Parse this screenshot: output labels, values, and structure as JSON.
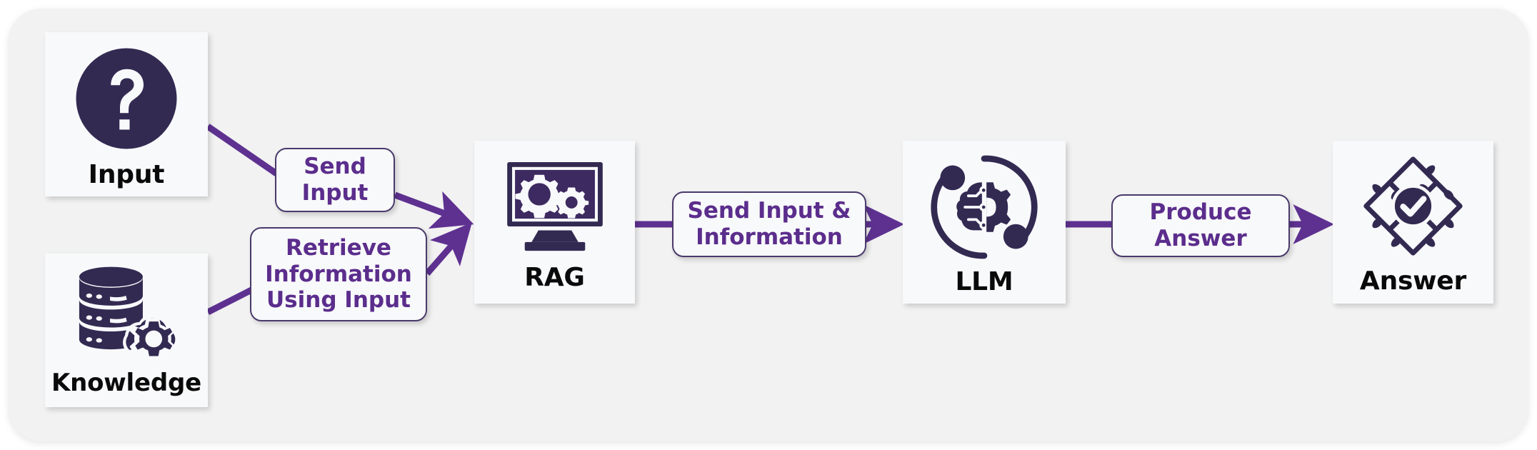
{
  "diagram": {
    "title": "RAG pipeline flow",
    "background_color": "#f2f2f2",
    "node_color": "#f8f9fb",
    "icon_color": "#332a52",
    "accent_color": "#5b2d8c",
    "link_color": "#5e3191"
  },
  "nodes": [
    {
      "id": "input",
      "label": "Input",
      "icon": "question-mark-circle-icon"
    },
    {
      "id": "knowledge",
      "label": "Knowledge",
      "icon": "database-cloud-gear-icon"
    },
    {
      "id": "rag",
      "label": "RAG",
      "icon": "monitor-gears-icon"
    },
    {
      "id": "llm",
      "label": "LLM",
      "icon": "brain-gear-orbit-icon"
    },
    {
      "id": "answer",
      "label": "Answer",
      "icon": "puzzle-check-icon"
    }
  ],
  "edges": [
    {
      "id": "send-input",
      "from": "input",
      "to": "rag",
      "lines": [
        "Send",
        "Input"
      ]
    },
    {
      "id": "retrieve",
      "from": "knowledge",
      "to": "rag",
      "lines": [
        "Retrieve",
        "Information",
        "Using Input"
      ]
    },
    {
      "id": "send-info",
      "from": "rag",
      "to": "llm",
      "lines": [
        "Send Input &",
        "Information"
      ]
    },
    {
      "id": "produce-answer",
      "from": "llm",
      "to": "answer",
      "lines": [
        "Produce",
        "Answer"
      ]
    }
  ]
}
